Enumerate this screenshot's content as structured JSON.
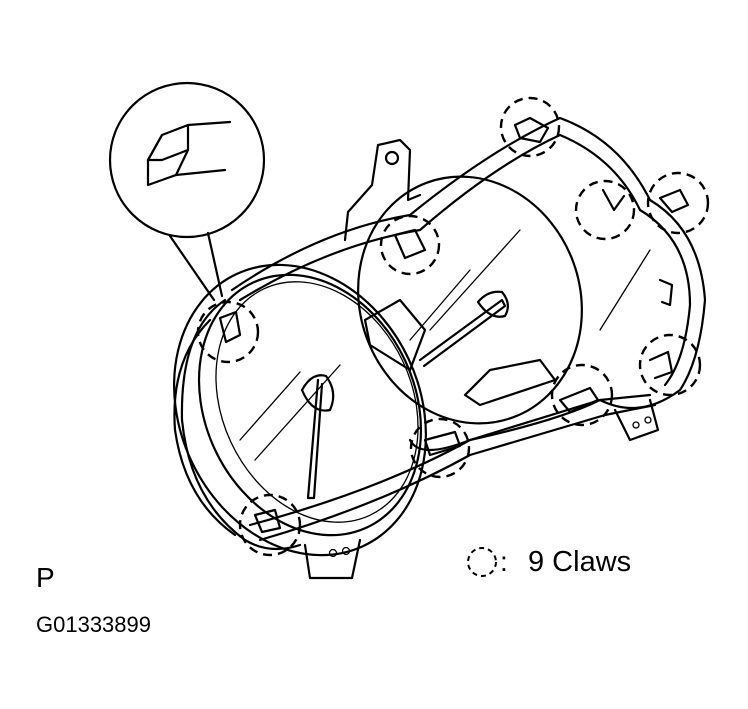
{
  "diagram": {
    "view_letter": "P",
    "figure_id": "G01333899",
    "legend": {
      "symbol": "dashed-circle-icon",
      "text": "9 Claws"
    },
    "claw_count": 9,
    "colors": {
      "line": "#000000",
      "background": "#ffffff"
    }
  }
}
